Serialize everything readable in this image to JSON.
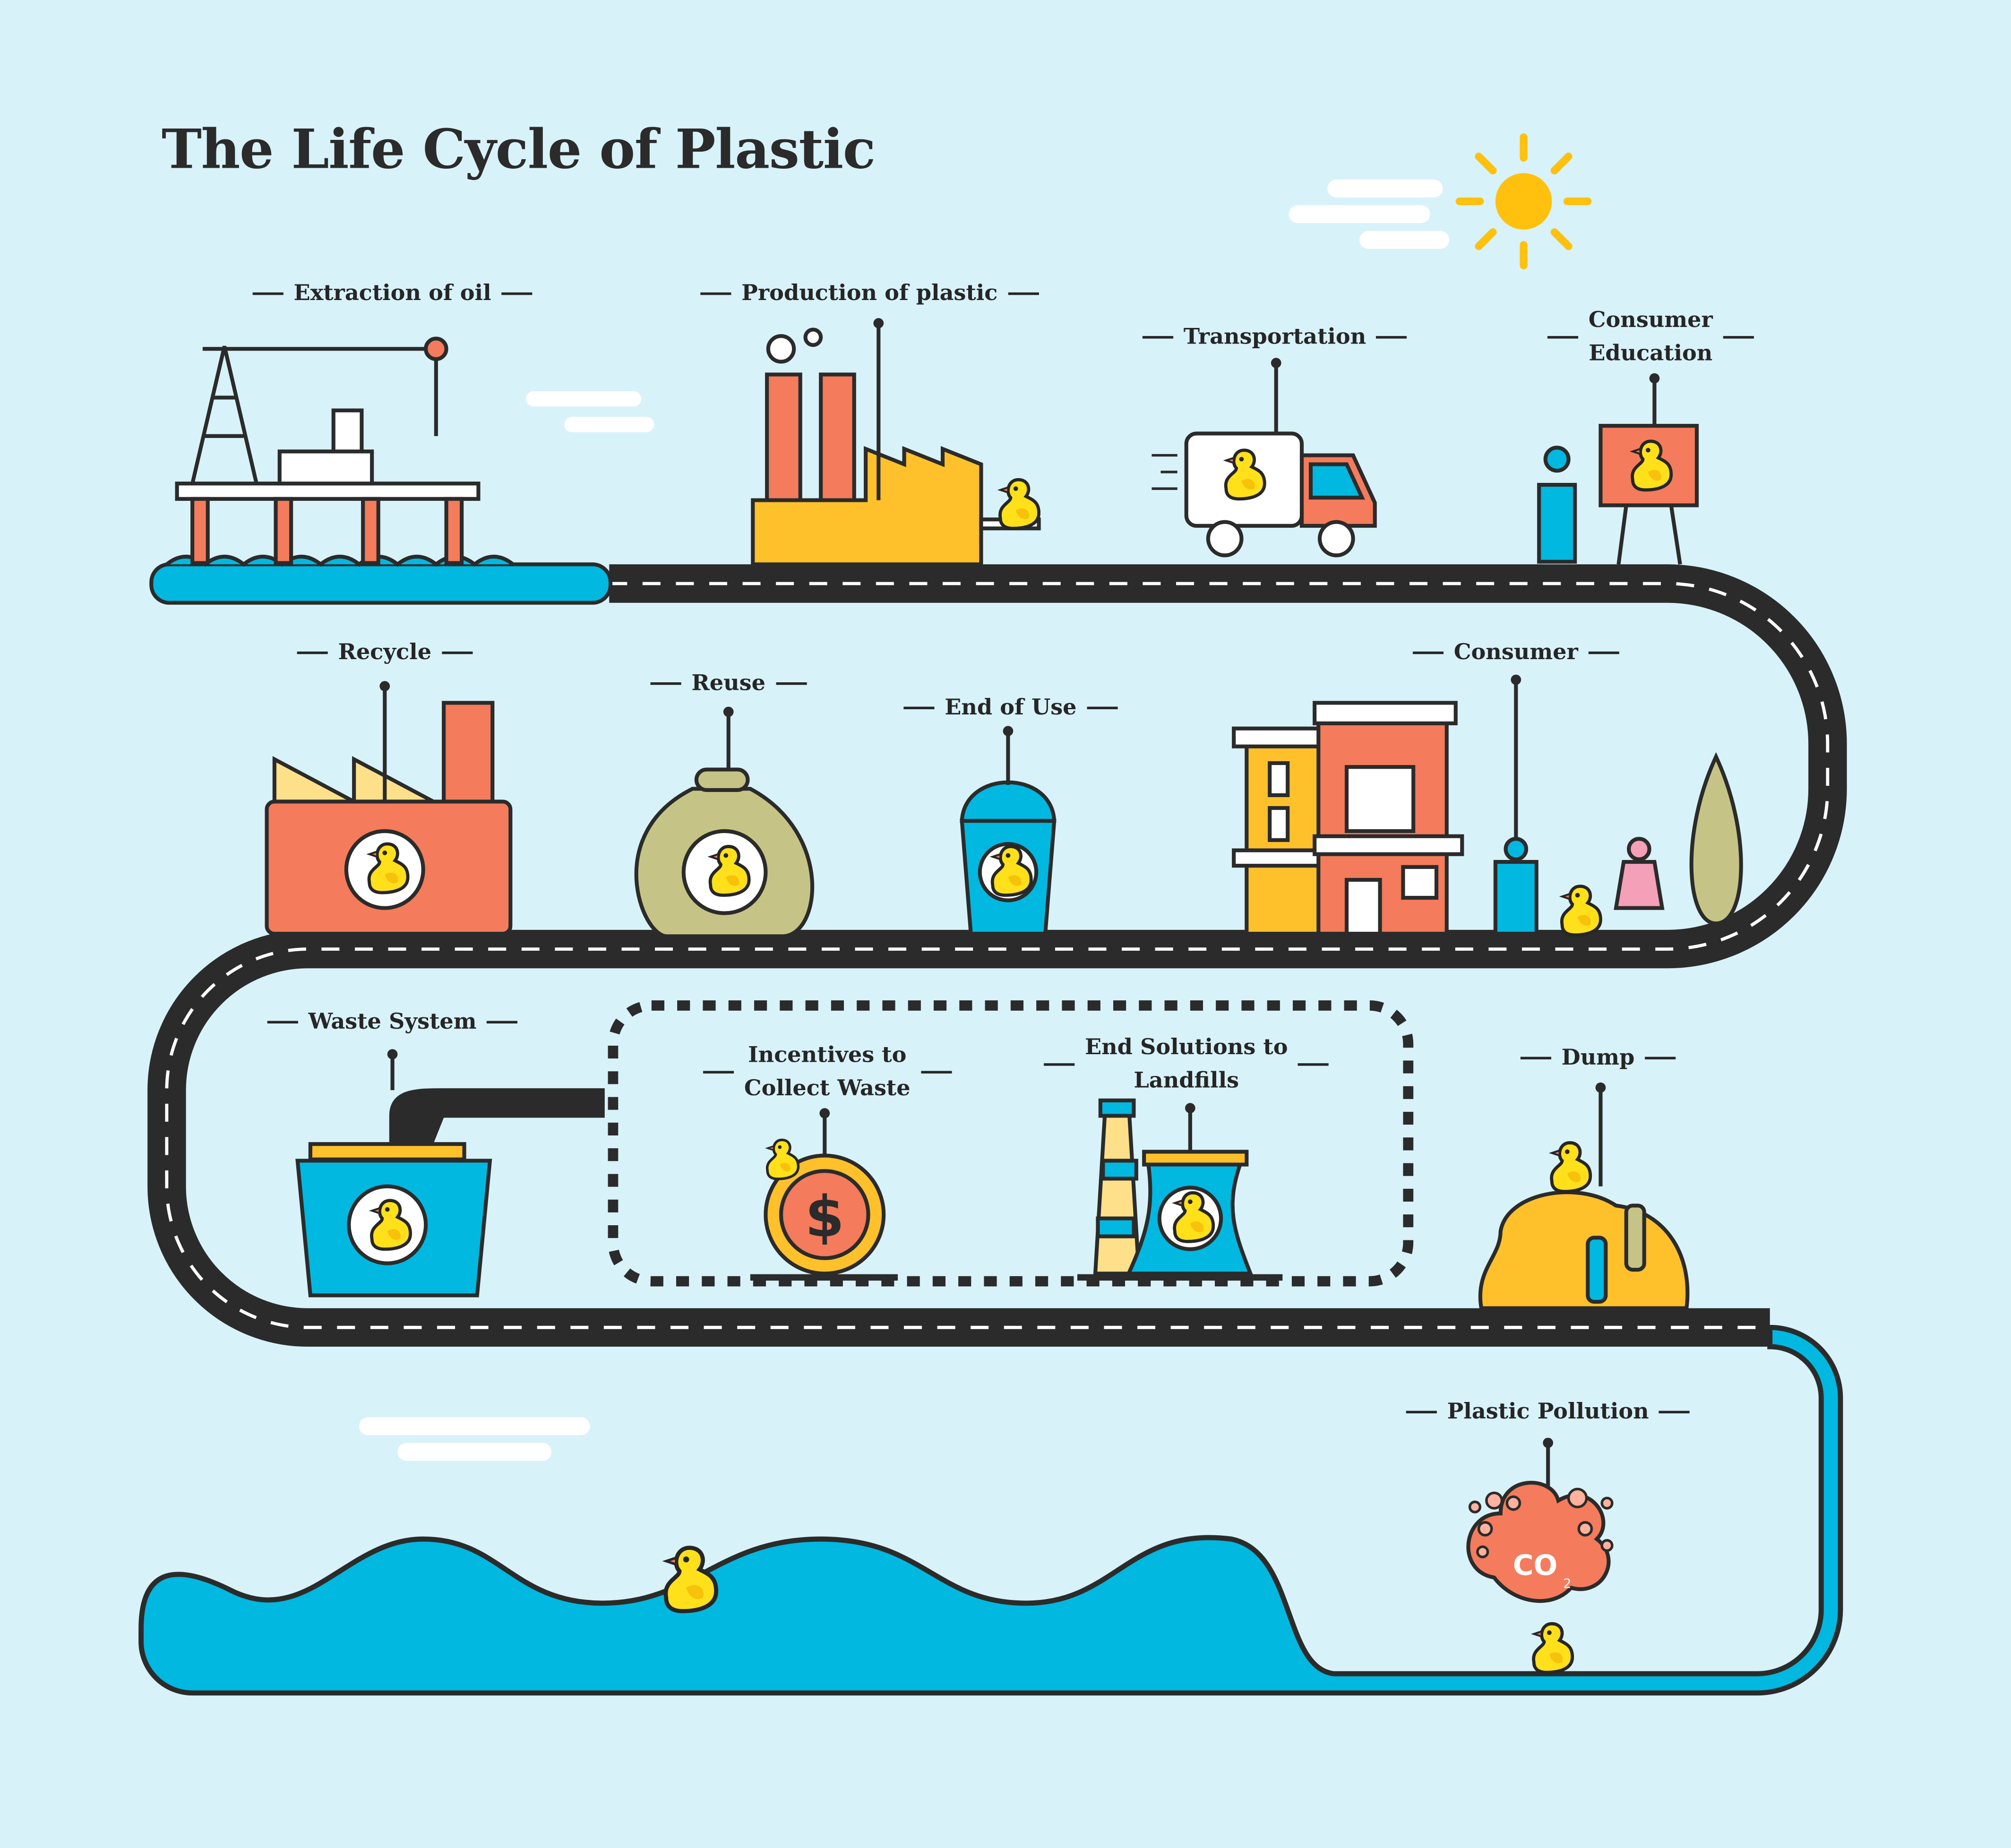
{
  "title": "The Life Cycle of Plastic",
  "stages": [
    {
      "id": "extraction",
      "label": "Extraction of oil"
    },
    {
      "id": "production",
      "label": "Production of plastic"
    },
    {
      "id": "transportation",
      "label": "Transportation"
    },
    {
      "id": "consumer_education",
      "label": "Consumer\nEducation",
      "lines": [
        "Consumer",
        "Education"
      ]
    },
    {
      "id": "consumer",
      "label": "Consumer"
    },
    {
      "id": "end_of_use",
      "label": "End of Use"
    },
    {
      "id": "reuse",
      "label": "Reuse"
    },
    {
      "id": "recycle",
      "label": "Recycle"
    },
    {
      "id": "waste_system",
      "label": "Waste System"
    },
    {
      "id": "incentives",
      "label": "Incentives to Collect Waste",
      "lines": [
        "Incentives to",
        "Collect Waste"
      ]
    },
    {
      "id": "end_solutions",
      "label": "End Solutions to Landfills",
      "lines": [
        "End Solutions to",
        "Landfills"
      ]
    },
    {
      "id": "dump",
      "label": "Dump"
    },
    {
      "id": "pollution",
      "label": "Plastic Pollution"
    }
  ],
  "icons": {
    "co2_text": "CO",
    "co2_sub": "2",
    "dollar": "$"
  },
  "colors": {
    "background": "#d8f2f9",
    "road": "#2b2b2b",
    "water": "#00b8e0",
    "orange": "#f47b5b",
    "yellow": "#ffc12b",
    "duck": "#ffe01a",
    "olive": "#c5c486",
    "pink": "#f4a0b8",
    "sun": "#ffc10e"
  }
}
